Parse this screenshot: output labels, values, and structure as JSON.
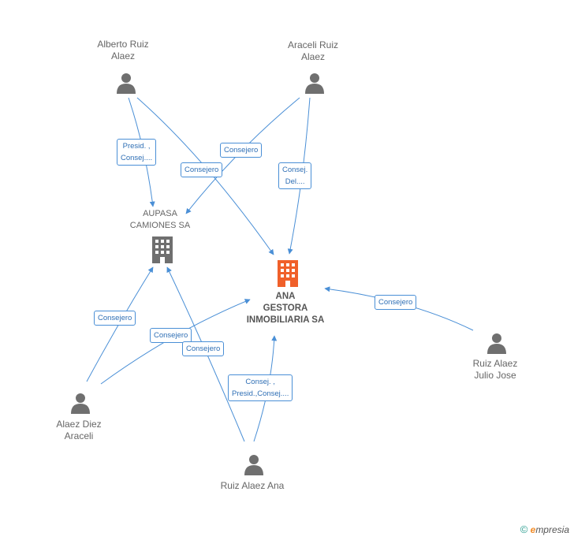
{
  "nodes": {
    "alberto": {
      "label": "Alberto Ruiz\nAlaez",
      "type": "person"
    },
    "araceli_ruiz": {
      "label": "Araceli Ruiz\nAlaez",
      "type": "person"
    },
    "aupasa": {
      "label": "AUPASA\nCAMIONES SA",
      "type": "company"
    },
    "ana_gestora": {
      "label": "ANA\nGESTORA\nINMOBILIARIA SA",
      "type": "company-main"
    },
    "ruiz_alaez_julio": {
      "label": "Ruiz Alaez\nJulio Jose",
      "type": "person"
    },
    "alaez_diez": {
      "label": "Alaez Diez\nAraceli",
      "type": "person"
    },
    "ruiz_alaez_ana": {
      "label": "Ruiz Alaez Ana",
      "type": "person"
    }
  },
  "edges": [
    {
      "id": "e1",
      "label": "Presid. ,\nConsej...."
    },
    {
      "id": "e2",
      "label": "Consejero"
    },
    {
      "id": "e3",
      "label": "Consejero"
    },
    {
      "id": "e4",
      "label": "Consej.\nDel...."
    },
    {
      "id": "e5",
      "label": "Consejero"
    },
    {
      "id": "e6",
      "label": "Consejero"
    },
    {
      "id": "e7",
      "label": "Consejero"
    },
    {
      "id": "e8",
      "label": "Consejero"
    },
    {
      "id": "e9",
      "label": "Consej. ,\nPresid.,Consej...."
    }
  ],
  "colors": {
    "edge": "#4a8fd6",
    "person": "#6f6f6f",
    "company": "#6f6f6f",
    "company_main": "#f0602a"
  },
  "footer": {
    "copyright": "©",
    "brand_initial": "e",
    "brand_rest": "mpresia"
  }
}
